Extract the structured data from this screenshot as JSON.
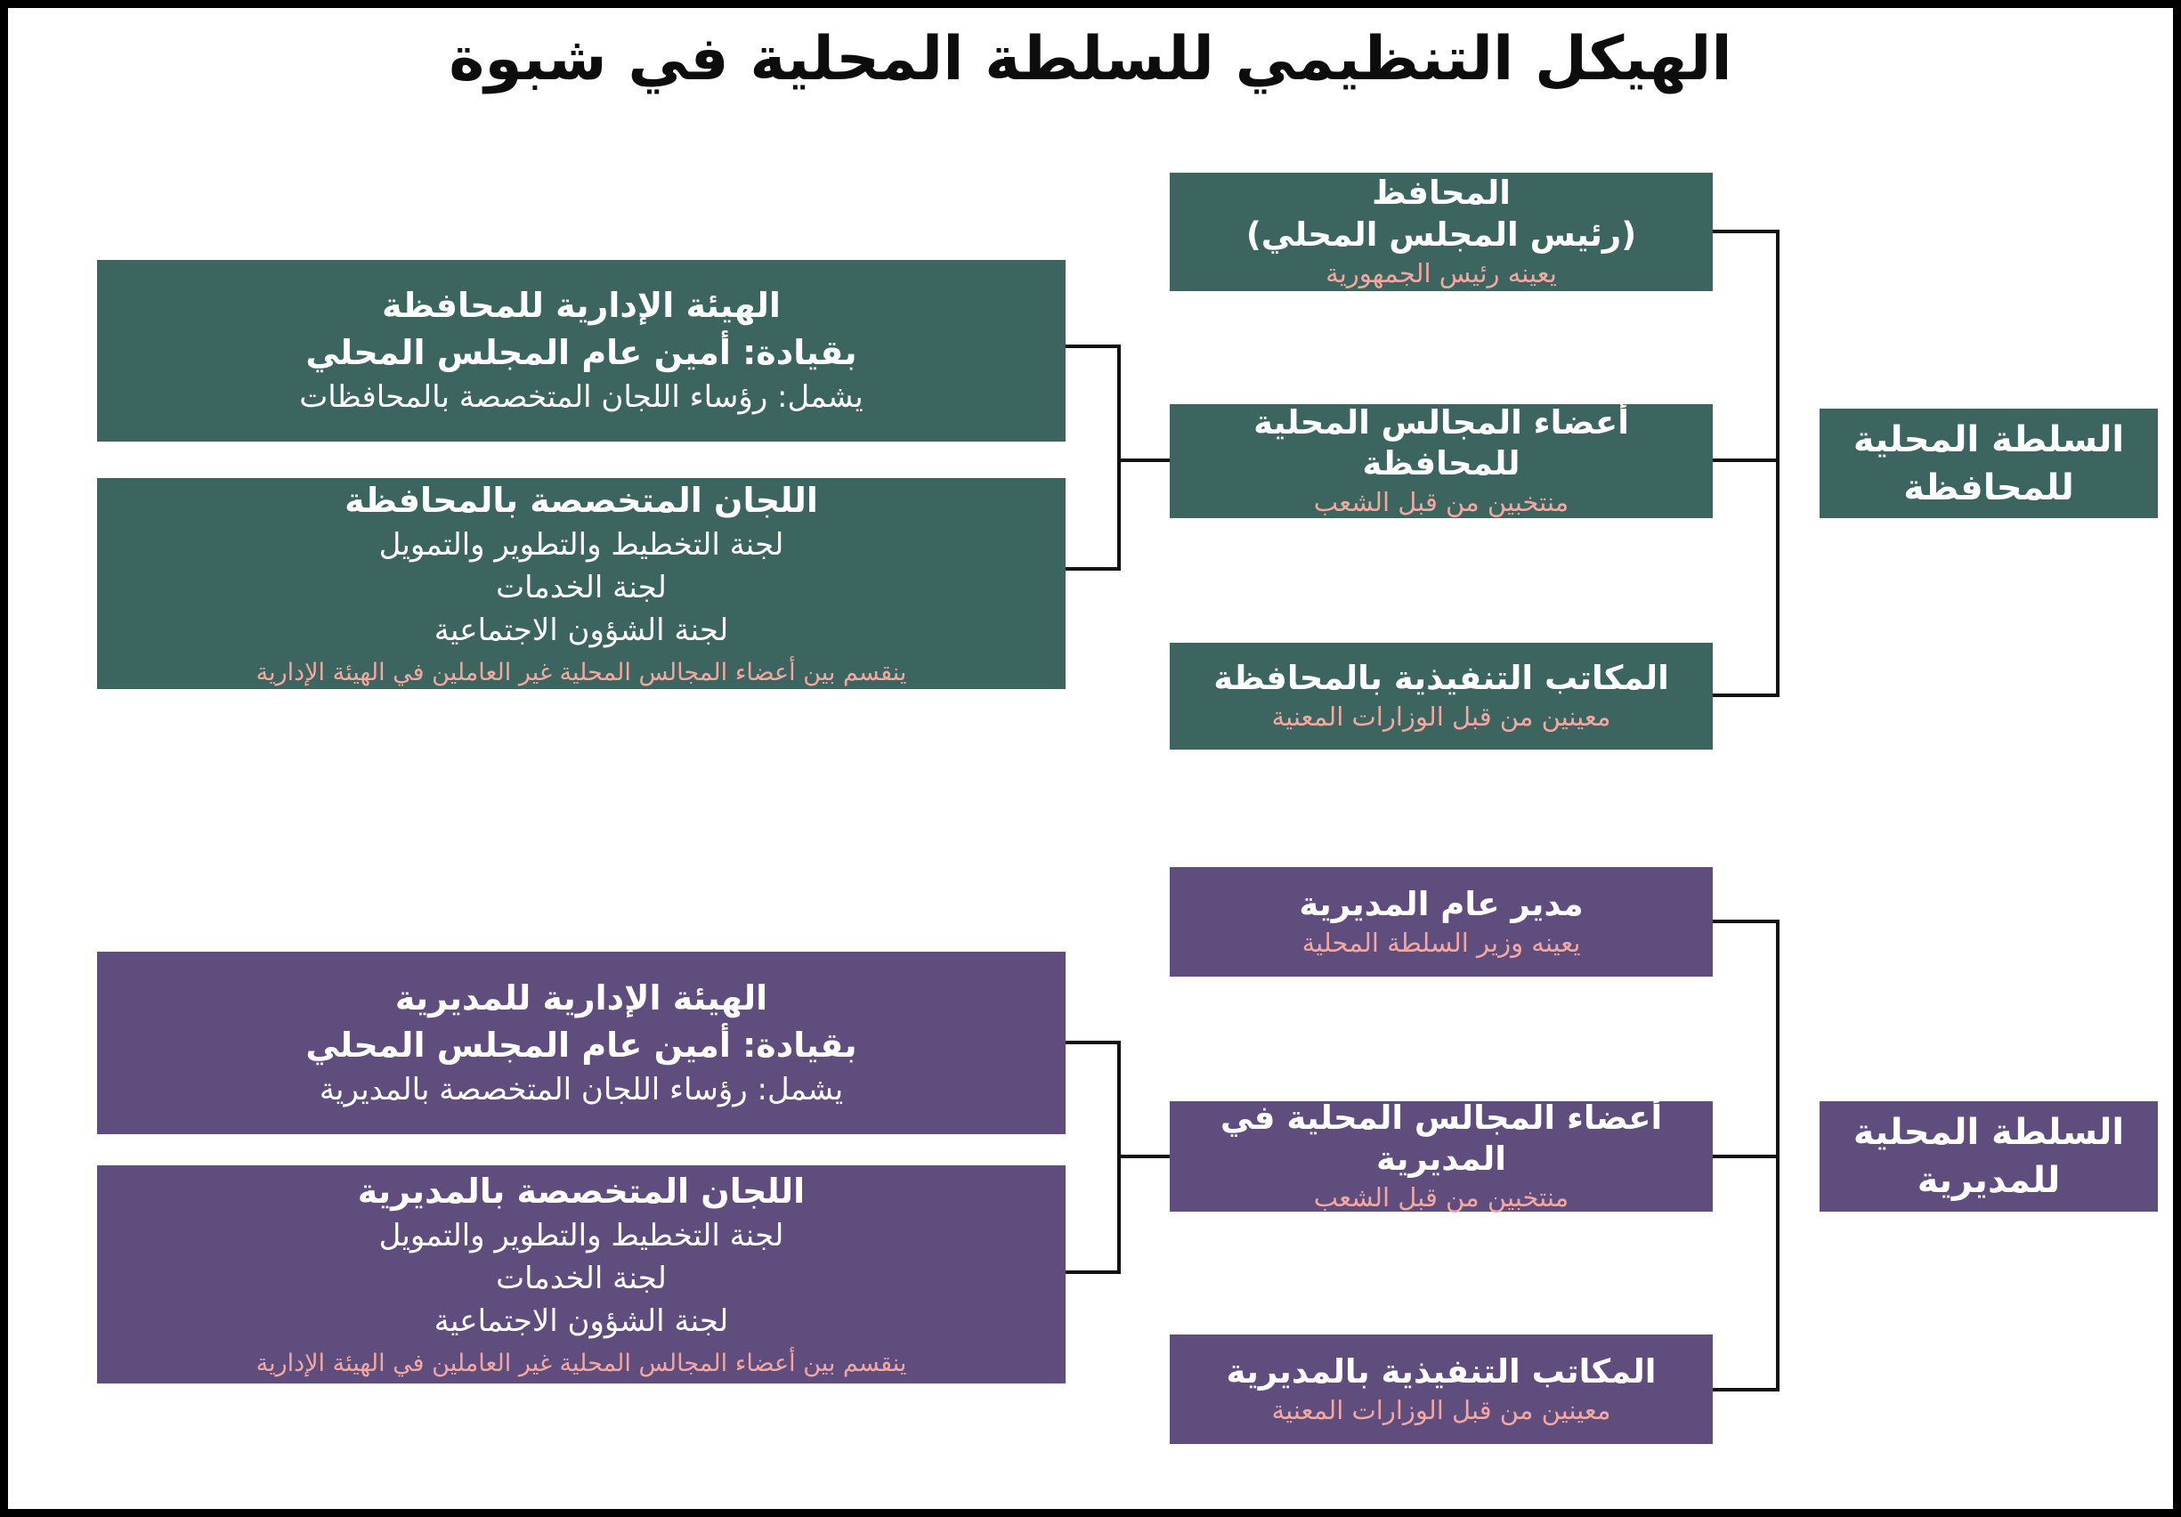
{
  "page": {
    "title": "الهيكل التنظيمي للسلطة المحلية في شبوة"
  },
  "colors": {
    "governorate_teal": "#3d6560",
    "district_purple": "#5f4d7e",
    "note_pink": "#f2a8a0",
    "connector_black": "#111111"
  },
  "governorate": {
    "side_label": "السلطة المحلية للمحافظة",
    "governor": {
      "title": "المحافظ",
      "subtitle": "(رئيس المجلس المحلي)",
      "note": "يعينه رئيس الجمهورية"
    },
    "council_members": {
      "title": "أعضاء المجالس المحلية للمحافظة",
      "note": "منتخبين من قبل الشعب"
    },
    "executive_offices": {
      "title": "المكاتب التنفيذية بالمحافظة",
      "note": "معينين من قبل الوزارات المعنية"
    },
    "admin_body": {
      "title": "الهيئة الإدارية للمحافظة",
      "leadership": "بقيادة: أمين عام المجلس المحلي",
      "includes": "يشمل: رؤساء اللجان المتخصصة بالمحافظات"
    },
    "committees": {
      "title": "اللجان المتخصصة بالمحافظة",
      "items": [
        "لجنة التخطيط والتطوير والتمويل",
        "لجنة الخدمات",
        "لجنة الشؤون الاجتماعية"
      ],
      "note": "ينقسم بين أعضاء المجالس المحلية غير العاملين في الهيئة الإدارية"
    }
  },
  "district": {
    "side_label": "السلطة المحلية للمديرية",
    "director": {
      "title": "مدير عام المديرية",
      "note": "يعينه وزير السلطة المحلية"
    },
    "council_members": {
      "title": "أعضاء المجالس المحلية في المديرية",
      "note": "منتخبين من قبل الشعب"
    },
    "executive_offices": {
      "title": "المكاتب التنفيذية بالمديرية",
      "note": "معينين من قبل الوزارات المعنية"
    },
    "admin_body": {
      "title": "الهيئة الإدارية للمديرية",
      "leadership": "بقيادة: أمين عام المجلس المحلي",
      "includes": "يشمل: رؤساء اللجان المتخصصة بالمديرية"
    },
    "committees": {
      "title": "اللجان المتخصصة بالمديرية",
      "items": [
        "لجنة التخطيط والتطوير والتمويل",
        "لجنة الخدمات",
        "لجنة الشؤون الاجتماعية"
      ],
      "note": "ينقسم بين أعضاء المجالس المحلية غير العاملين في الهيئة الإدارية"
    }
  }
}
